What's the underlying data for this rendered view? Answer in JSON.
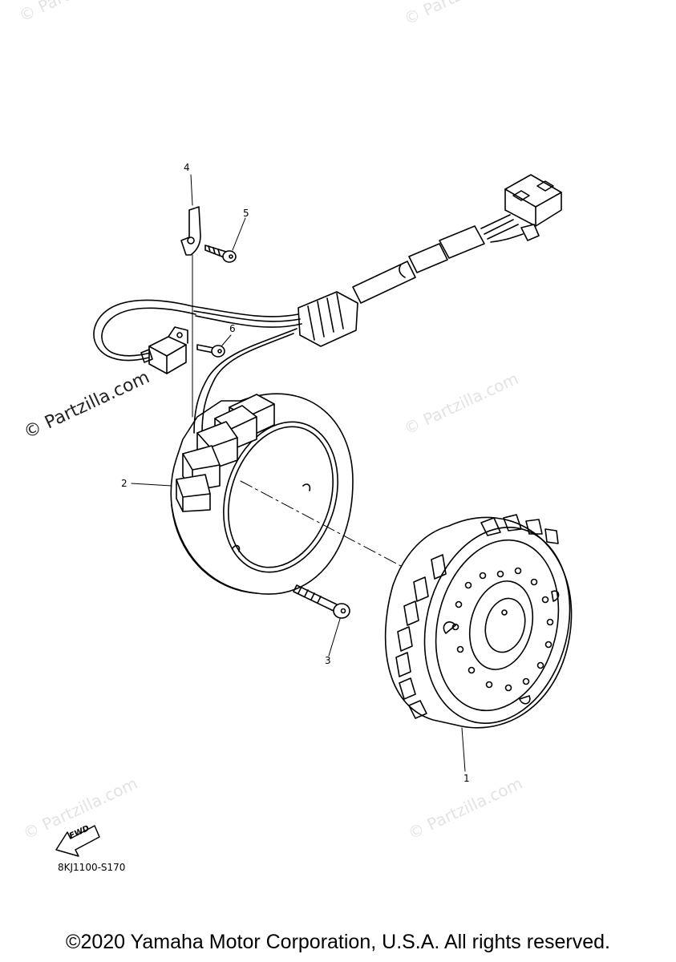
{
  "watermarks": {
    "text": "© Partzilla.com"
  },
  "callouts": {
    "part_1": "1",
    "part_2": "2",
    "part_3": "3",
    "part_4": "4",
    "part_5": "5",
    "part_6": "6"
  },
  "fwd_label": "FWD",
  "diagram_code": "8KJ1100-S170",
  "copyright": "©2020 Yamaha Motor Corporation, U.S.A. All rights reserved."
}
